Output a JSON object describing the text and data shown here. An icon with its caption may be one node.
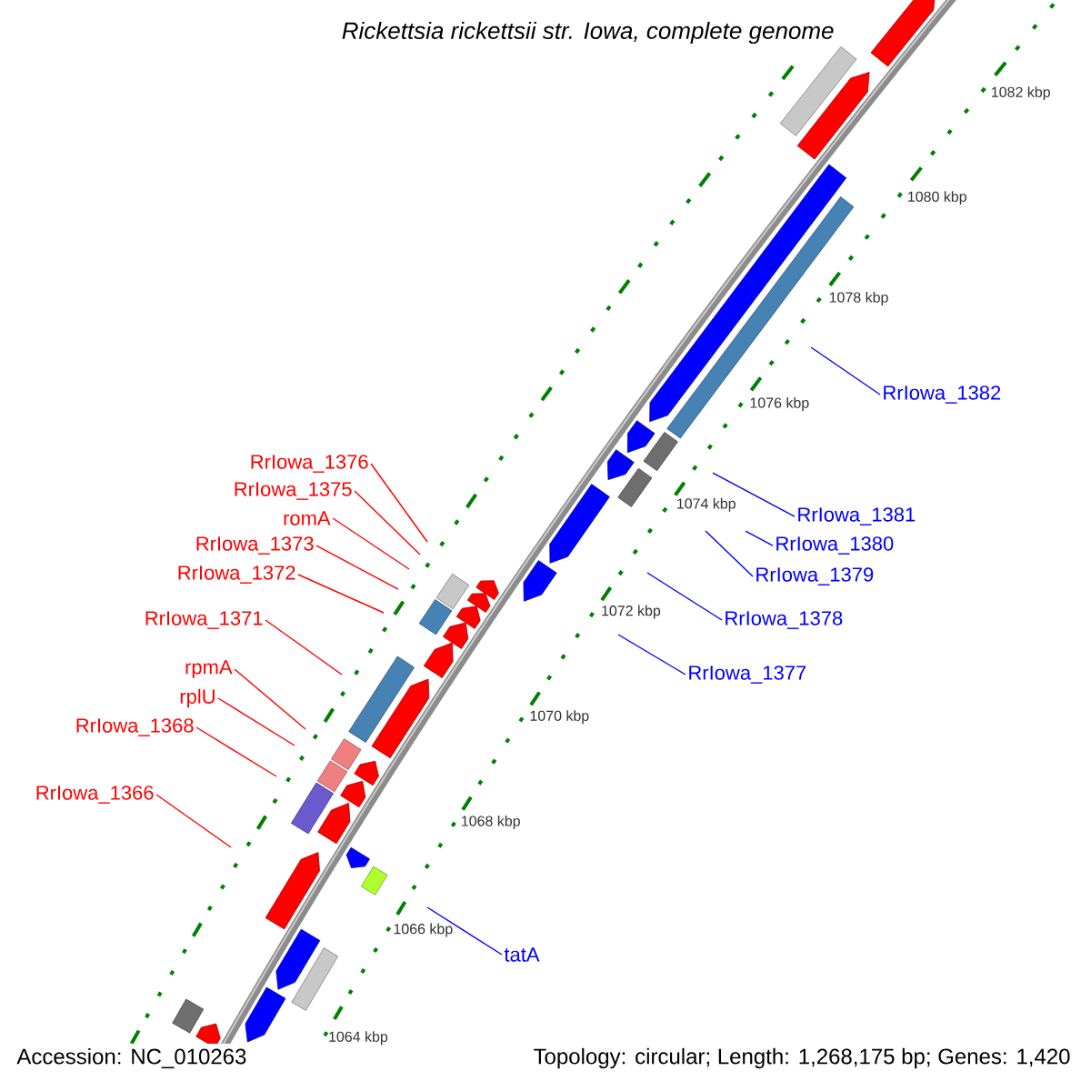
{
  "diagram": {
    "title": "Rickettsia rickettsii str. Iowa, complete genome",
    "nodes": [
      {
        "text": [
          "RrIowa_1382"
        ]
      },
      {
        "text": [
          "RrIowa_1376"
        ]
      },
      {
        "text": [
          "RrIowa_1375"
        ]
      },
      {
        "text": [
          "RrIowa_1381"
        ]
      },
      {
        "text": [
          "romA"
        ]
      },
      {
        "text": [
          "RrIowa_1380"
        ]
      },
      {
        "text": [
          "RrIowa_1373"
        ]
      },
      {
        "text": [
          "RrIowa_1372"
        ]
      },
      {
        "text": [
          "RrIowa_1379"
        ]
      },
      {
        "text": [
          "RrIowa_1378"
        ]
      },
      {
        "text": [
          "RrIowa_1371"
        ]
      },
      {
        "text": [
          "rpmA"
        ]
      },
      {
        "text": [
          "RrIowa_1377"
        ]
      },
      {
        "text": [
          "rplU"
        ]
      },
      {
        "text": [
          "RrIowa_1368"
        ]
      },
      {
        "text": [
          "RrIowa_1366"
        ]
      },
      {
        "text": [
          "tatA"
        ]
      }
    ],
    "edges": [
      {
        "from": 0,
        "to": null,
        "arrow": "none",
        "color": "#0000ff"
      },
      {
        "from": 1,
        "to": null,
        "arrow": "none"
      },
      {
        "from": 2,
        "to": null,
        "arrow": "none"
      },
      {
        "from": 3,
        "to": null,
        "arrow": "none",
        "color": "#0000ff"
      },
      {
        "from": 4,
        "to": null,
        "arrow": "none"
      },
      {
        "from": 5,
        "to": null,
        "arrow": "none",
        "color": "#0000ff"
      },
      {
        "from": 6,
        "to": null,
        "arrow": "none"
      },
      {
        "from": 7,
        "to": null,
        "arrow": "none"
      },
      {
        "from": 8,
        "to": null,
        "arrow": "none",
        "color": "#0000ff"
      },
      {
        "from": 9,
        "to": null,
        "arrow": "none",
        "color": "#0000ff"
      },
      {
        "from": 10,
        "to": null,
        "arrow": "none"
      },
      {
        "from": 11,
        "to": null,
        "arrow": "none"
      },
      {
        "from": 12,
        "to": null,
        "arrow": "none",
        "color": "#0000ff"
      },
      {
        "from": 13,
        "to": null,
        "arrow": "none"
      },
      {
        "from": 14,
        "to": null,
        "arrow": "none"
      },
      {
        "from": 15,
        "to": null,
        "arrow": "none"
      },
      {
        "from": 16,
        "to": null,
        "arrow": "none",
        "color": "#0000ff"
      }
    ],
    "labels": [
      "1082 kbp",
      "1080 kbp",
      "1078 kbp",
      "1076 kbp",
      "1074 kbp",
      "1072 kbp",
      "1070 kbp",
      "1068 kbp",
      "1066 kbp",
      "1064 kbp",
      "Accession: NC_010263",
      "Topology: circular; Length: 1,268,175 bp; Genes: 1,420"
    ]
  }
}
